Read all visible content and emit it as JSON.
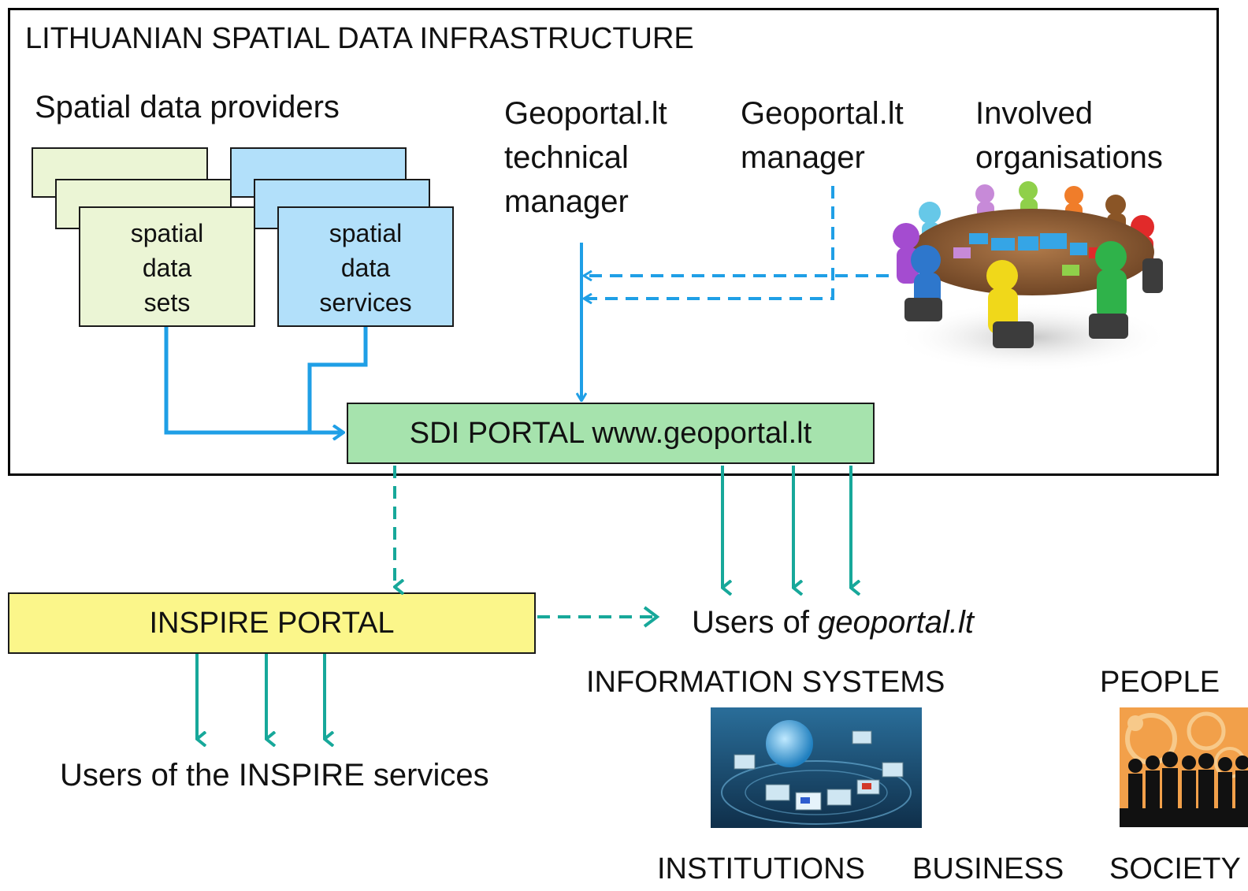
{
  "title": "LITHUANIAN SPATIAL DATA INFRASTRUCTURE",
  "providers": {
    "heading": "Spatial data providers",
    "datasets": [
      "spatial",
      "data",
      "sets"
    ],
    "services": [
      "spatial",
      "data",
      "services"
    ]
  },
  "roles": {
    "tech_manager": [
      "Geoportal.lt",
      "technical",
      "manager"
    ],
    "manager": [
      "Geoportal.lt",
      "manager"
    ],
    "organisations": [
      "Involved",
      "organisations"
    ]
  },
  "sdi_portal": "SDI PORTAL www.geoportal.lt",
  "inspire_portal": "INSPIRE PORTAL",
  "inspire_users": "Users of the INSPIRE services",
  "geoportal_users": {
    "prefix": "Users of ",
    "name": "geoportal.lt"
  },
  "groups": {
    "information_systems": "INFORMATION SYSTEMS",
    "people": "PEOPLE",
    "institutions": "INSTITUTIONS",
    "business": "BUSINESS",
    "society": "SOCIETY"
  },
  "colors": {
    "flow_blue": "#1f9fe6",
    "flow_teal": "#17a89a",
    "dataset_fill": "#ebf5d5",
    "service_fill": "#b2e0fa",
    "sdi_fill": "#a6e3ad",
    "inspire_fill": "#fbf68a"
  },
  "icons": {
    "meeting": "round-table-meeting-illustration",
    "information_systems": "laptops-globe-illustration",
    "people": "crowd-silhouette-illustration"
  }
}
